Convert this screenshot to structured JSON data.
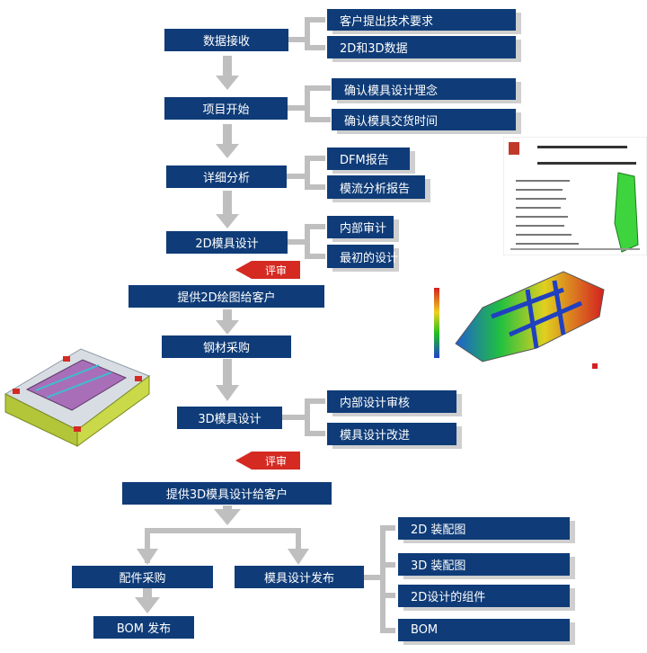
{
  "main_flow": {
    "data_receive": "数据接收",
    "project_start": "项目开始",
    "detail_analysis": "详细分析",
    "design_2d": "2D模具设计",
    "provide_2d": "提供2D绘图给客户",
    "steel_purchase": "钢材采购",
    "design_3d": "3D模具设计",
    "provide_3d": "提供3D模具设计给客户",
    "parts_purchase": "配件采购",
    "bom_release": "BOM 发布",
    "design_release": "模具设计发布"
  },
  "sub_items": {
    "customer_requirements": "客户提出技术要求",
    "data_2d_3d": "2D和3D数据",
    "confirm_concept": "确认模具设计理念",
    "confirm_delivery": "确认模具交货时间",
    "dfm_report": "DFM报告",
    "mold_flow_report": "模流分析报告",
    "internal_audit": "内部审计",
    "initial_design": "最初的设计",
    "internal_design_review": "内部设计审核",
    "design_improve": "模具设计改进",
    "assembly_2d": "2D 装配图",
    "assembly_3d": "3D 装配图",
    "components_2d": "2D设计的组件",
    "bom": "BOM"
  },
  "review": {
    "label_1": "评审",
    "label_2": "评审"
  },
  "colors": {
    "box": "#0f3c78",
    "arrow": "#bfbfbf",
    "review": "#d42a22"
  },
  "images": {
    "dfm_report_picture": "dfm-report-thumbnail",
    "mold_flow_picture": "mold-flow-plot-thumbnail",
    "mold_3d_picture": "3d-mold-render-thumbnail"
  }
}
